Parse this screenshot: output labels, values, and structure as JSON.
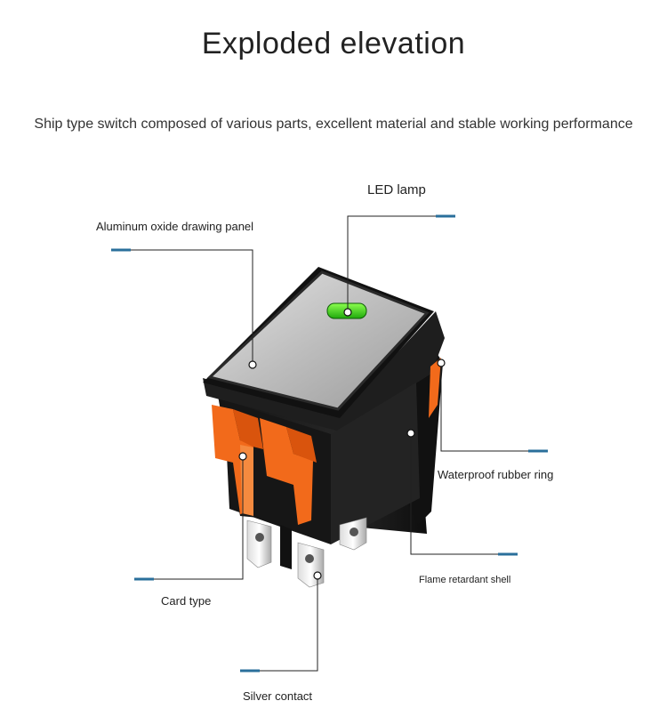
{
  "header": {
    "title": "Exploded elevation",
    "subtitle": "Ship type switch composed of various parts, excellent material and stable working performance"
  },
  "callouts": {
    "led_lamp": "LED lamp",
    "panel": "Aluminum oxide drawing panel",
    "rubber_ring": "Waterproof rubber ring",
    "flame_shell": "Flame retardant shell",
    "card_type": "Card type",
    "silver_contact": "Silver contact"
  },
  "colors": {
    "accent": "#2a6f9b",
    "housing": "#1b1b1b",
    "clip": "#f26a1b",
    "led": "#39d41a",
    "panel": "#c9c9c9"
  }
}
